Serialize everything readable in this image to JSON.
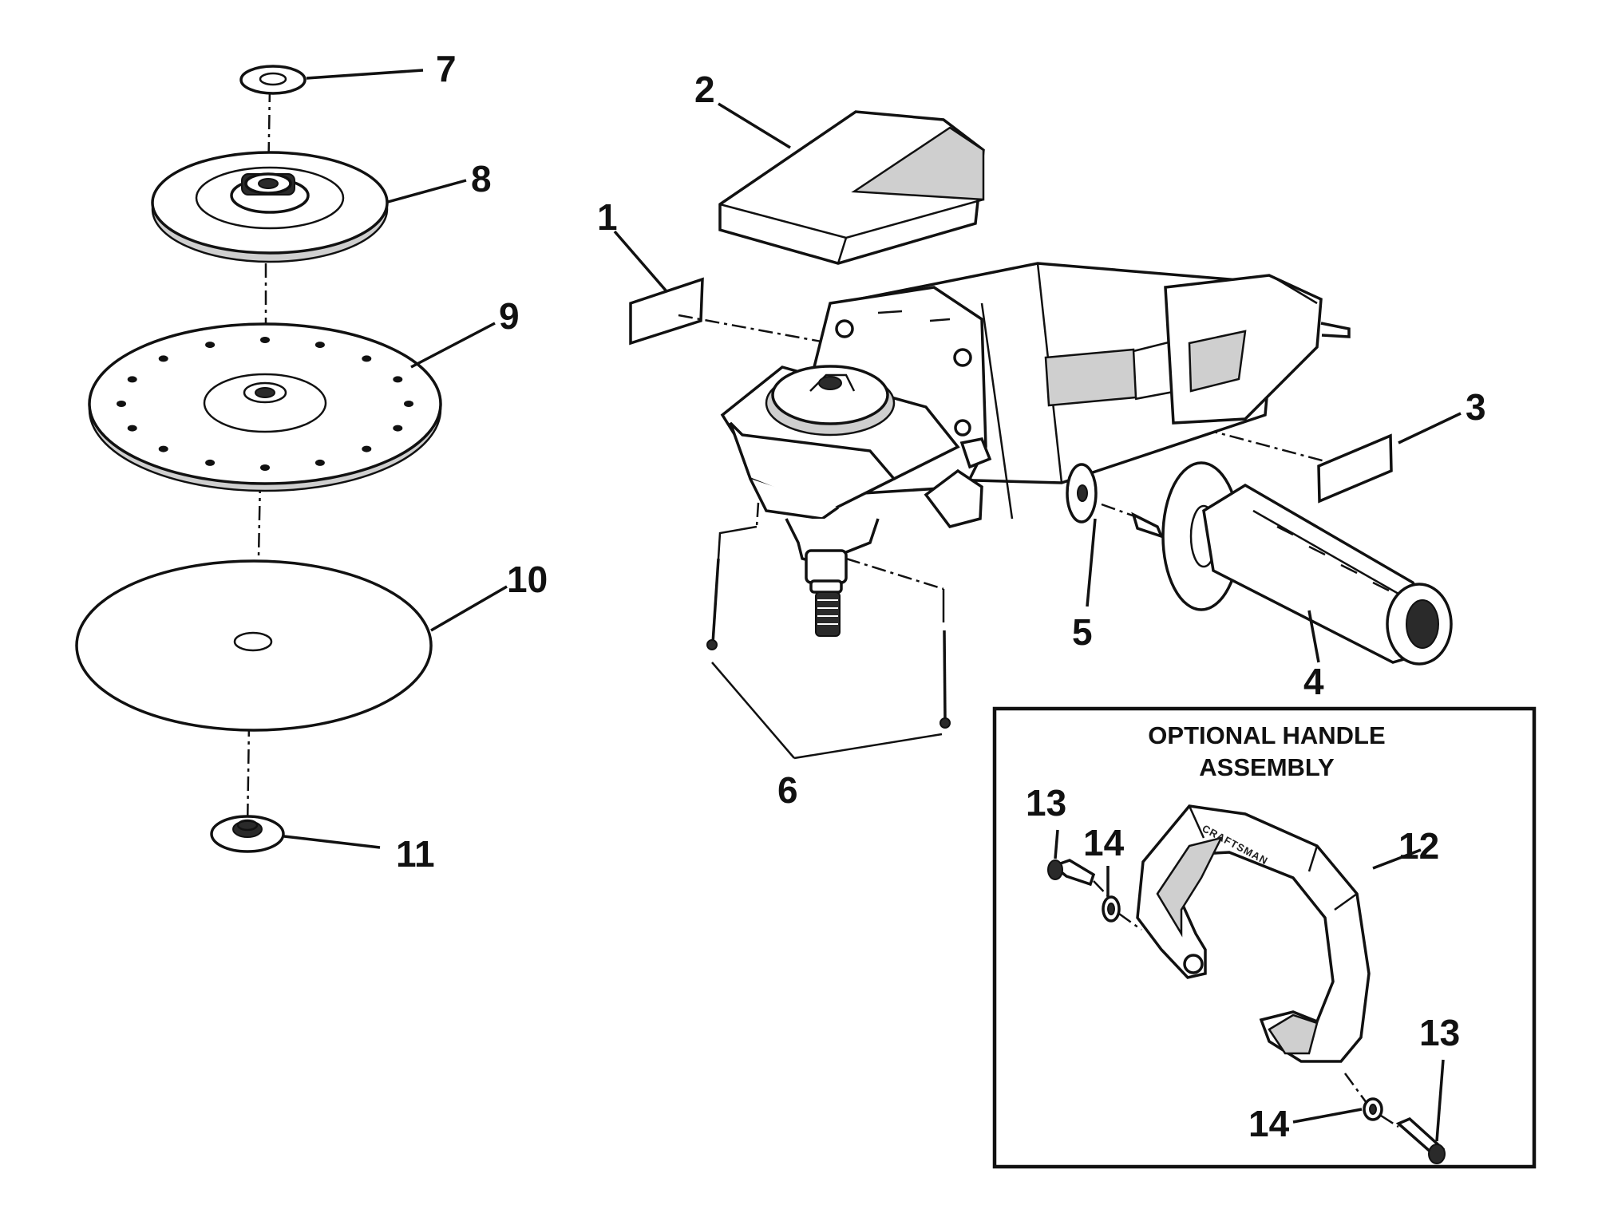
{
  "labels": {
    "p1": "1",
    "p2": "2",
    "p3": "3",
    "p4": "4",
    "p5": "5",
    "p6": "6",
    "p7": "7",
    "p8": "8",
    "p9": "9",
    "p10": "10",
    "p11": "11",
    "p12": "12",
    "p13a": "13",
    "p13b": "13",
    "p14a": "14",
    "p14b": "14"
  },
  "inset": {
    "title_line1": "OPTIONAL HANDLE",
    "title_line2": "ASSEMBLY",
    "handle_brand": "CRAFTSMAN"
  }
}
